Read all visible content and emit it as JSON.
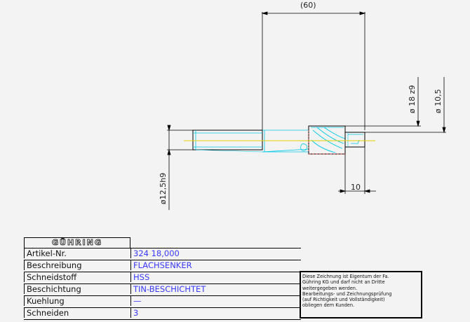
{
  "dimensions": {
    "overall_length": "(60)",
    "shank_diameter": "ø12,5h9",
    "cutter_diameter": "ø 18 z9",
    "pilot_diameter": "ø 10,5",
    "pilot_length": "10"
  },
  "title_block": {
    "brand": "GÜHRING",
    "rows": [
      {
        "label": "Artikel-Nr.",
        "value": "324 18,000"
      },
      {
        "label": "Beschreibung",
        "value": "FLACHSENKER"
      },
      {
        "label": "Schneidstoff",
        "value": "HSS"
      },
      {
        "label": "Beschichtung",
        "value": "TIN-BESCHICHTET"
      },
      {
        "label": "Kuehlung",
        "value": "—"
      },
      {
        "label": "Schneiden",
        "value": "3"
      }
    ]
  },
  "notice": {
    "lines": [
      "Diese Zeichnung ist Eigentum der Fa.",
      "Gühring KG und darf nicht an Dritte",
      "weitergegeben werden.",
      "Bearbeitungs- und Zeichnungsprüfung",
      "(auf Richtigkeit und Vollständigkeit)",
      "obliegen dem Kunden."
    ]
  },
  "colors": {
    "background": "#f3f3f3",
    "outline": "#000000",
    "contour": "#00c8e6",
    "centerline": "#e6d200",
    "hidden": "#e03030",
    "value_text": "#3a3aff"
  }
}
